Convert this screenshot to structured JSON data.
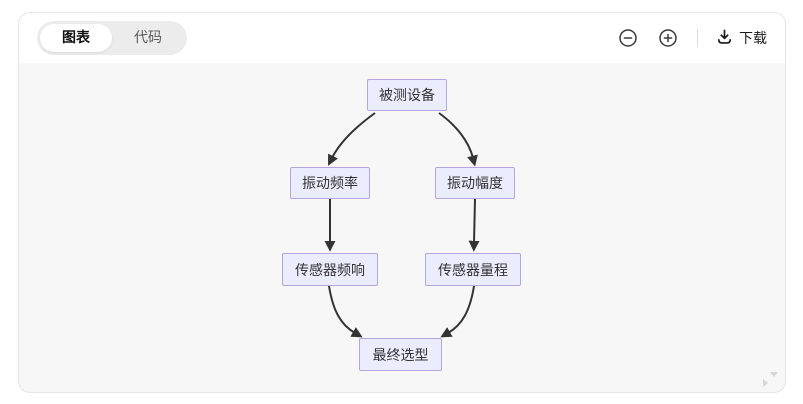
{
  "toolbar": {
    "tabs": [
      {
        "label": "图表",
        "active": true
      },
      {
        "label": "代码",
        "active": false
      }
    ],
    "zoom_out_icon": "circle-minus",
    "zoom_in_icon": "circle-plus",
    "download": {
      "icon": "download-tray-arrow",
      "label": "下载"
    }
  },
  "diagram": {
    "type": "flowchart",
    "direction": "top-down",
    "nodes": [
      {
        "id": "A",
        "label": "被测设备"
      },
      {
        "id": "B",
        "label": "振动频率"
      },
      {
        "id": "C",
        "label": "振动幅度"
      },
      {
        "id": "D",
        "label": "传感器频响"
      },
      {
        "id": "E",
        "label": "传感器量程"
      },
      {
        "id": "F",
        "label": "最终选型"
      }
    ],
    "edges": [
      {
        "from": "被测设备",
        "to": "振动频率"
      },
      {
        "from": "被测设备",
        "to": "振动幅度"
      },
      {
        "from": "振动频率",
        "to": "传感器频响"
      },
      {
        "from": "振动幅度",
        "to": "传感器量程"
      },
      {
        "from": "传感器频响",
        "to": "最终选型"
      },
      {
        "from": "传感器量程",
        "to": "最终选型"
      }
    ]
  },
  "colors": {
    "node_fill": "#ececff",
    "node_border": "#b5a5de",
    "edge_color": "#333333",
    "body_bg": "#f7f7f8"
  }
}
